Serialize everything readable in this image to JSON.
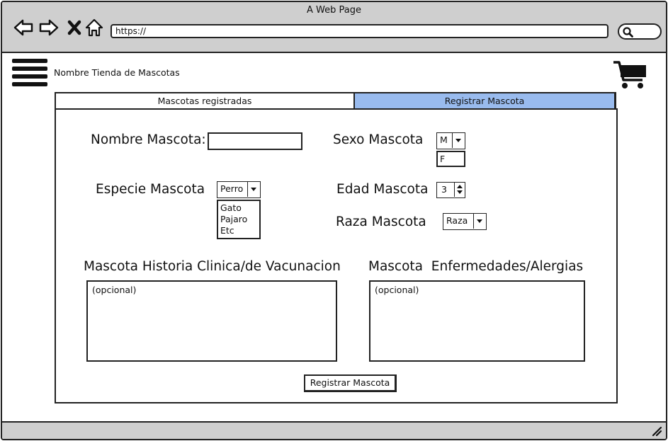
{
  "window": {
    "title": "A Web Page"
  },
  "browser": {
    "url": "https://",
    "search_placeholder": ""
  },
  "header": {
    "store_name": "Nombre Tienda de Mascotas"
  },
  "tabs": [
    {
      "label": "Mascotas registradas",
      "active": false
    },
    {
      "label": "Registrar Mascota",
      "active": true
    }
  ],
  "form": {
    "name_label": "Nombre Mascota:",
    "name_value": "",
    "sex_label": "Sexo Mascota",
    "sex_selected": "M",
    "sex_options": [
      "F"
    ],
    "species_label": "Especie Mascota",
    "species_selected": "Perro",
    "species_options": [
      "Gato",
      "Pajaro",
      "Etc"
    ],
    "age_label": "Edad Mascota",
    "age_value": "3",
    "breed_label": "Raza Mascota",
    "breed_selected": "Raza",
    "history_label": "Mascota Historia Clinica/de Vacunacion",
    "history_value": "(opcional)",
    "diseases_label": "Mascota  Enfermedades/Alergias",
    "diseases_value": "(opcional)",
    "submit_label": "Registrar Mascota"
  },
  "colors": {
    "active_tab": "#99bbee",
    "chrome": "#cfcfcf"
  },
  "icons": [
    "back-arrow-icon",
    "forward-arrow-icon",
    "close-icon",
    "home-icon",
    "search-icon",
    "hamburger-menu-icon",
    "shopping-cart-icon",
    "resize-grip-icon"
  ]
}
